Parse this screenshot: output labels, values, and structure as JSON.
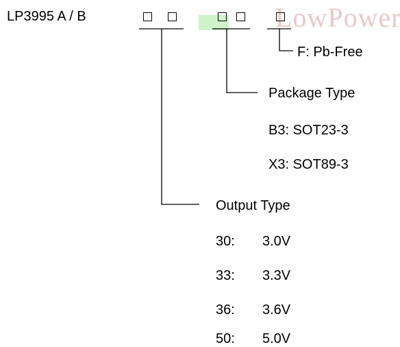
{
  "diagram": {
    "part_prefix": "LP3995 A / B",
    "watermark": "LowPower",
    "lead_option": "F: Pb-Free",
    "package": {
      "heading": "Package Type",
      "options": [
        "B3: SOT23-3",
        "X3: SOT89-3"
      ]
    },
    "output": {
      "heading": "Output Type",
      "options": [
        {
          "code": "30:",
          "value": "3.0V"
        },
        {
          "code": "33:",
          "value": "3.3V"
        },
        {
          "code": "36:",
          "value": "3.6V"
        },
        {
          "code": "50:",
          "value": "5.0V"
        }
      ]
    },
    "colors": {
      "watermark_text": "#e7c9c9",
      "watermark_green": "#a8e8a0",
      "line": "#000000"
    }
  }
}
